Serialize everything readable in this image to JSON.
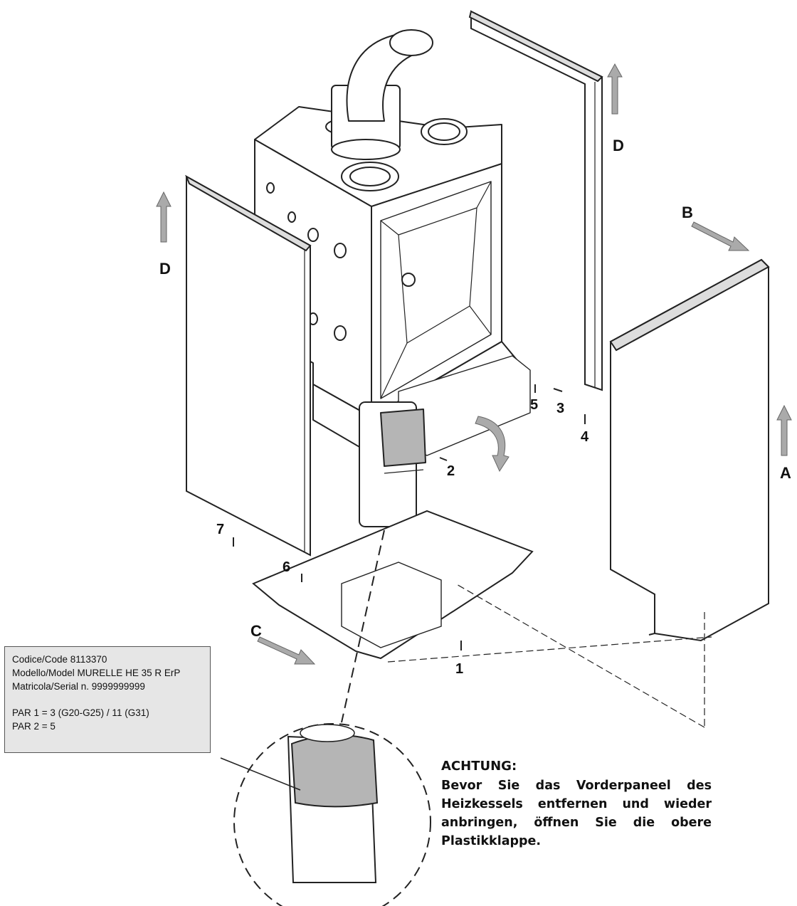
{
  "labels": {
    "A": "A",
    "B": "B",
    "C": "C",
    "D": "D",
    "n1": "1",
    "n2": "2",
    "n3": "3",
    "n4": "4",
    "n5": "5",
    "n6": "6",
    "n7": "7"
  },
  "info_box": {
    "line1": "Codice/Code 8113370",
    "line2": "Modello/Model MURELLE HE 35 R ErP",
    "line3": "Matricola/Serial n. 9999999999",
    "line4": "PAR 1 = 3 (G20-G25) / 11 (G31)",
    "line5": "PAR 2 = 5"
  },
  "note": {
    "title": "ACHTUNG:",
    "body": "Bevor Sie das Vorderpaneel des Heizkessels entfernen und wieder anbringen, öffnen Sie die obere Plastikklappe."
  },
  "colors": {
    "line": "#222222",
    "panel": "#ffffff",
    "label_fill": "#b5b5b5",
    "arrow": "#a9a9a9",
    "box_bg": "#e6e6e6"
  }
}
